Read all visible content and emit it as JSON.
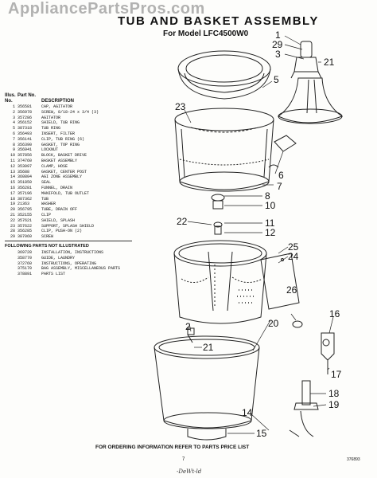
{
  "watermark": "AppliancePartsPros.com",
  "title": "TUB AND BASKET ASSEMBLY",
  "subtitle": "For Model LFC4500W0",
  "table_headers": {
    "illus_no": "Illus. No.",
    "part_no": "Part No.",
    "description": "DESCRIPTION"
  },
  "parts": [
    {
      "no": "1",
      "part": "356581",
      "desc": "CAP, AGITATOR"
    },
    {
      "no": "2",
      "part": "356978",
      "desc": "SCREW, 8/18-24 x 3/4 (3)"
    },
    {
      "no": "3",
      "part": "357286",
      "desc": "AGITATOR"
    },
    {
      "no": "4",
      "part": "356152",
      "desc": "SHIELD, TUB RING"
    },
    {
      "no": "5",
      "part": "387318",
      "desc": "TUB RING"
    },
    {
      "no": "6",
      "part": "356493",
      "desc": "INSERT, FILTER"
    },
    {
      "no": "7",
      "part": "356141",
      "desc": "CLIP, TUB RING (6)"
    },
    {
      "no": "8",
      "part": "356390",
      "desc": "GASKET, TOP RING"
    },
    {
      "no": "9",
      "part": "356941",
      "desc": "LOCKNUT"
    },
    {
      "no": "10",
      "part": "357856",
      "desc": "BLOCK, BASKET DRIVE"
    },
    {
      "no": "11",
      "part": "374760",
      "desc": "BASKET ASSEMBLY"
    },
    {
      "no": "12",
      "part": "353097",
      "desc": "CLAMP, HOSE"
    },
    {
      "no": "13",
      "part": "35688",
      "desc": "GASKET, CENTER POST"
    },
    {
      "no": "14",
      "part": "360804",
      "desc": "AGI ZONE ASSEMBLY"
    },
    {
      "no": "15",
      "part": "351850",
      "desc": "SEAL"
    },
    {
      "no": "16",
      "part": "356281",
      "desc": "FUNNEL, DRAIN"
    },
    {
      "no": "17",
      "part": "357196",
      "desc": "MANIFOLD, TUB OUTLET"
    },
    {
      "no": "18",
      "part": "387362",
      "desc": "TUB"
    },
    {
      "no": "19",
      "part": "21363",
      "desc": "WASHER"
    },
    {
      "no": "20",
      "part": "356795",
      "desc": "TUBE, DRAIN OFF"
    },
    {
      "no": "21",
      "part": "352155",
      "desc": "CLIP"
    },
    {
      "no": "22",
      "part": "357621",
      "desc": "SHIELD, SPLASH"
    },
    {
      "no": "23",
      "part": "357622",
      "desc": "SUPPORT, SPLASH SHIELD"
    },
    {
      "no": "28",
      "part": "356285",
      "desc": "CLIP, PUSH-ON (2)"
    },
    {
      "no": "29",
      "part": "387060",
      "desc": "SCREW"
    }
  ],
  "following_label": "FOLLOWING PARTS NOT ILLUSTRATED",
  "extra_parts": [
    {
      "part": "369728",
      "desc": "INSTALLATION, INSTRUCTIONS"
    },
    {
      "part": "358770",
      "desc": "GUIDE, LAUNDRY"
    },
    {
      "part": "372760",
      "desc": "INSTRUCTIONS, OPERATING"
    },
    {
      "part": "375170",
      "desc": "BAG ASSEMBLY, MISCELLANEOUS PARTS"
    },
    {
      "part": "378891",
      "desc": "PARTS LIST"
    }
  ],
  "callouts": [
    "1",
    "29",
    "3",
    "21",
    "5",
    "23",
    "6",
    "7",
    "8",
    "10",
    "22",
    "11",
    "12",
    "25",
    "24",
    "26",
    "2",
    "21",
    "20",
    "16",
    "17",
    "18",
    "19",
    "14",
    "15"
  ],
  "footer": "FOR ORDERING INFORMATION REFER TO PARTS PRICE LIST",
  "page_number": "7",
  "doc_number": "376893",
  "handwriting": "-DeWt-ld"
}
